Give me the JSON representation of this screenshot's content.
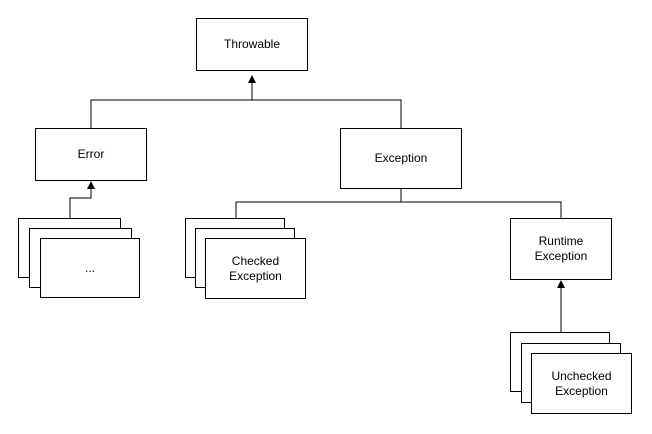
{
  "nodes": {
    "throwable": "Throwable",
    "error": "Error",
    "exception": "Exception",
    "error_subclasses": "...",
    "checked_exception": "Checked\nException",
    "runtime_exception": "Runtime\nException",
    "unchecked_exception": "Unchecked\nException"
  },
  "colors": {
    "stroke": "#000000",
    "fill": "#ffffff"
  }
}
